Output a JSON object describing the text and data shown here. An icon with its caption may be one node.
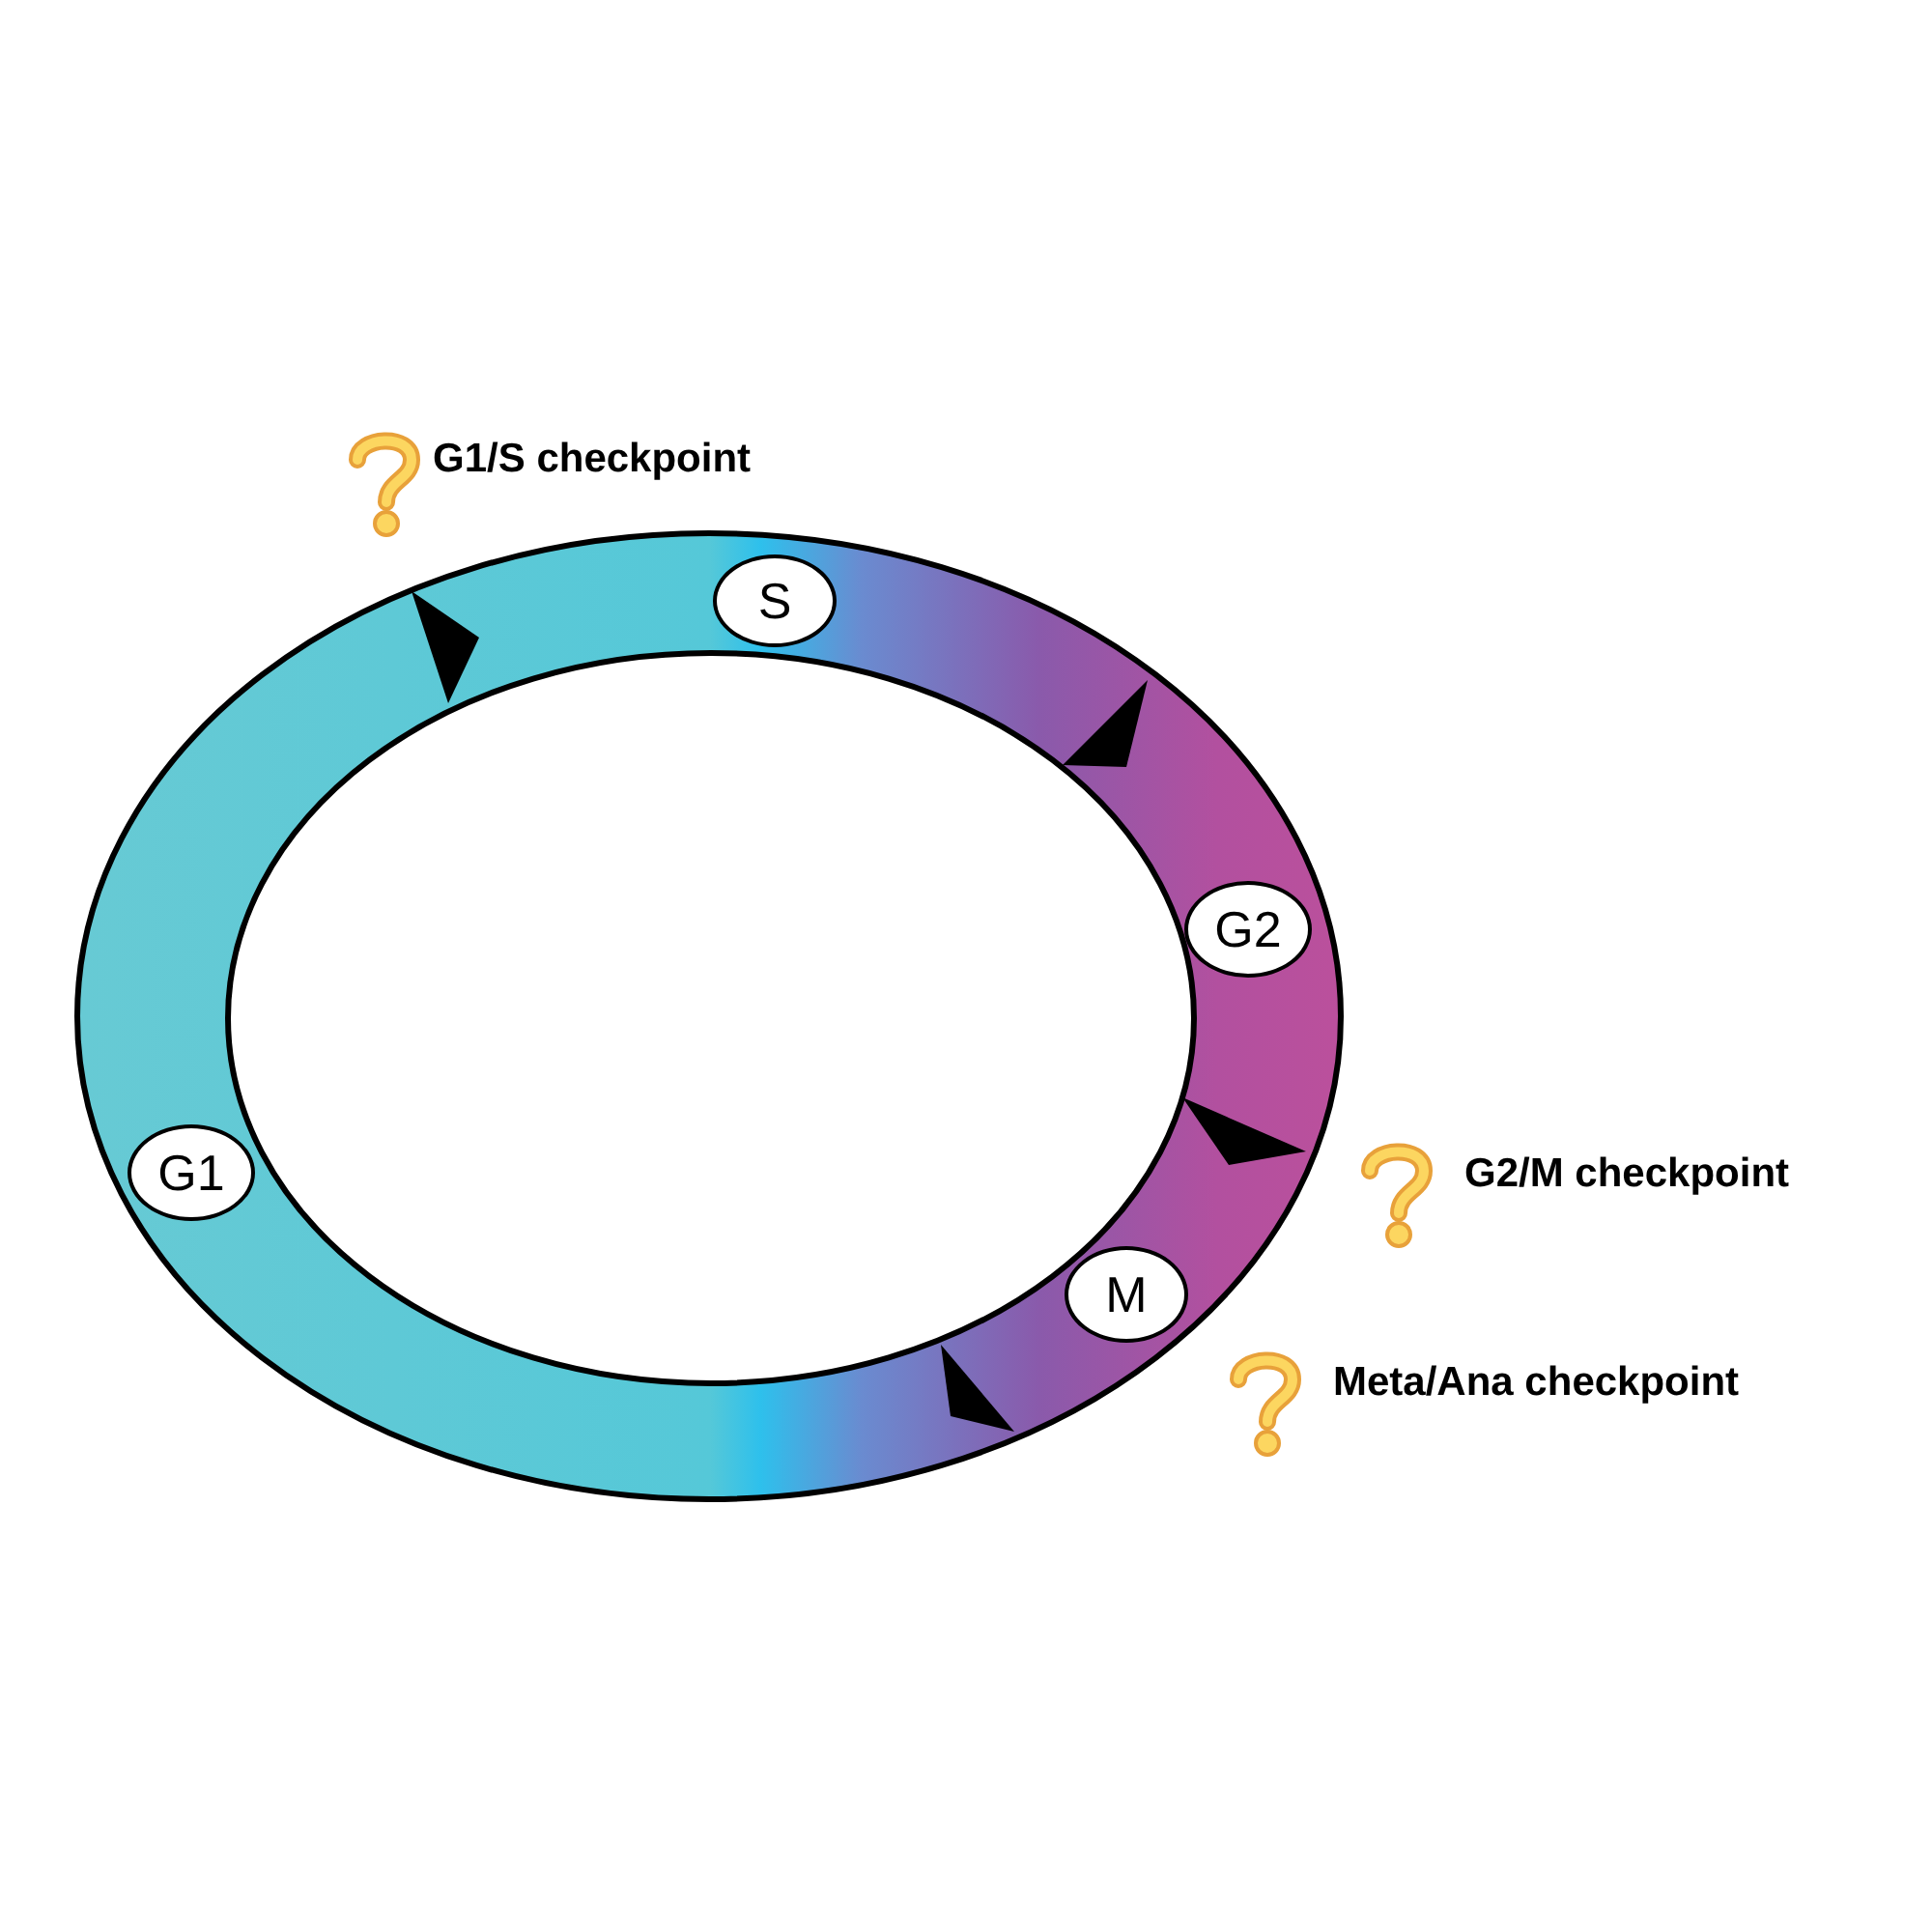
{
  "diagram": {
    "nodes": [
      {
        "text": [
          "S"
        ]
      },
      {
        "text": [
          "G2"
        ]
      },
      {
        "text": [
          "M"
        ]
      },
      {
        "text": [
          "G1"
        ]
      }
    ],
    "labels": [
      "G1/S checkpoint",
      "G2/M checkpoint",
      "Meta/Ana checkpoint"
    ]
  }
}
